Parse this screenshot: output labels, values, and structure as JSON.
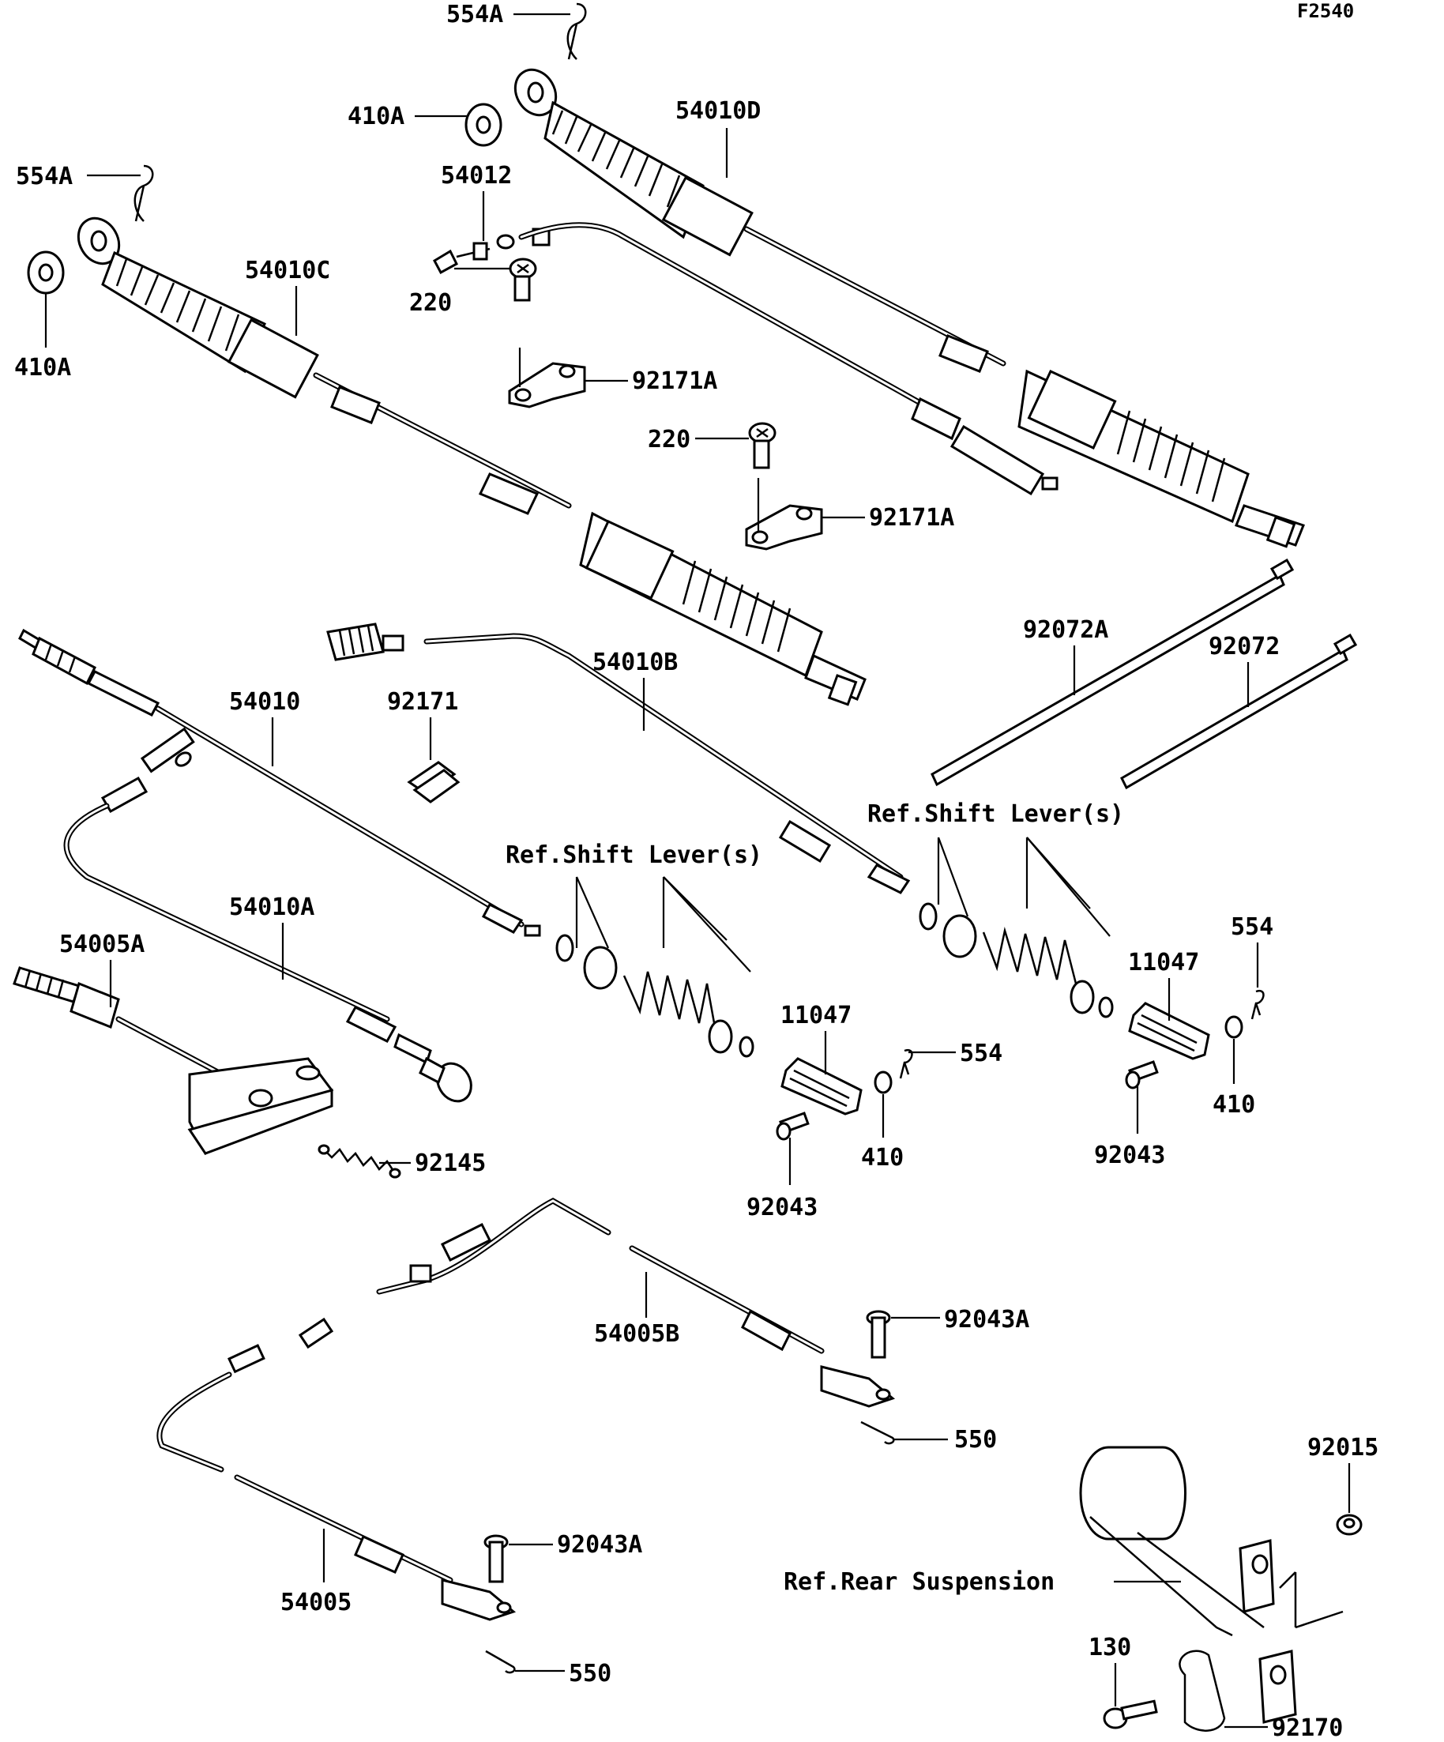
{
  "figure_code": "F2540",
  "labels": {
    "l554A_top": "554A",
    "l410A_top": "410A",
    "l54010D": "54010D",
    "l554A_left": "554A",
    "l54012": "54012",
    "l54010C": "54010C",
    "l410A_left": "410A",
    "l220_a": "220",
    "l92171A_a": "92171A",
    "l220_b": "220",
    "l92171A_b": "92171A",
    "l92072A": "92072A",
    "l92072": "92072",
    "l54010B": "54010B",
    "l54010": "54010",
    "l92171": "92171",
    "l54010A": "54010A",
    "l54005A": "54005A",
    "lRefShift1": "Ref.Shift Lever(s)",
    "lRefShift2": "Ref.Shift Lever(s)",
    "l11047_a": "11047",
    "l11047_b": "11047",
    "l554_a": "554",
    "l554_b": "554",
    "l410_a": "410",
    "l410_b": "410",
    "l92043_a": "92043",
    "l92043_b": "92043",
    "l92145": "92145",
    "l54005B": "54005B",
    "l92043A_a": "92043A",
    "l550_a": "550",
    "l92015": "92015",
    "lRefRear": "Ref.Rear Suspension",
    "l92043A_b": "92043A",
    "l54005": "54005",
    "l550_b": "550",
    "l130": "130",
    "l92170": "92170"
  }
}
